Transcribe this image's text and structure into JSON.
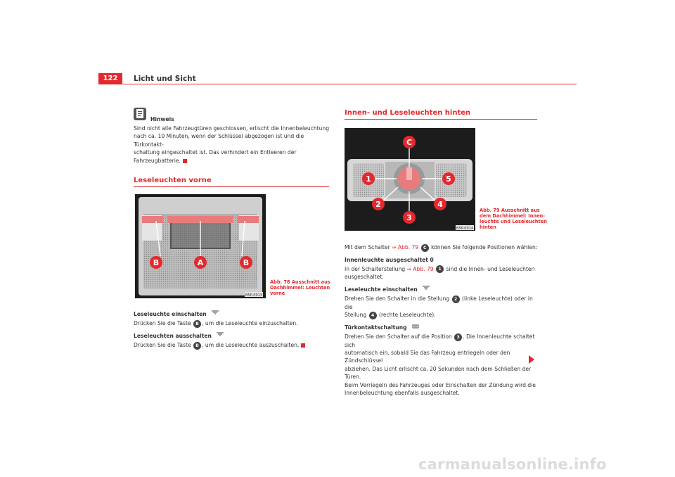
{
  "header": {
    "page_number": "122",
    "title": "Licht und Sicht"
  },
  "note": {
    "heading": "Hinweis",
    "l1": "Sind nicht alle Fahrzeugtüren geschlossen, erlischt die Innenbeleuchtung",
    "l2": "nach ca. 10 Minuten, wenn der Schlüssel abgezogen ist und die Türkontakt-",
    "l3": "schaltung eingeschaltet ist. Das verhindert ein Entleeren der",
    "l4": "Fahrzeugbatterie."
  },
  "front": {
    "heading": "Leseleuchten vorne",
    "fig_code": "B5P-0013",
    "fig_labels": {
      "a": "A",
      "b_left": "B",
      "b_right": "B"
    },
    "caption": {
      "l1": "Abb. 78   Ausschnitt aus",
      "l2": "Dachhimmel: Leuchten",
      "l3": "vorne"
    },
    "on_title": "Leseleuchte einschalten",
    "on_pre": "Drücken Sie die Taste",
    "on_badge": "B",
    "on_post": ", um die Leseleuchte einzuschalten.",
    "off_title": "Leseleuchten ausschalten",
    "off_pre": "Drücken Sie die Taste",
    "off_badge": "B",
    "off_post": ", um die Leseleuchte auszuschalten."
  },
  "rear": {
    "heading": "Innen- und Leseleuchten hinten",
    "fig_code": "B5P-0014",
    "fig_labels": {
      "c": "C",
      "n1": "1",
      "n2": "2",
      "n3": "3",
      "n4": "4",
      "n5": "5"
    },
    "caption": {
      "l1": "Abb. 79   Ausschnitt aus",
      "l2": "dem Dachhimmel: Innen-",
      "l3": "leuchte und Leseleuchten",
      "l4": "hinten"
    },
    "intro_pre": "Mit dem Schalter",
    "intro_ref": "⇒ Abb. 79",
    "intro_badge": "C",
    "intro_post": "können Sie folgende Positionen wählen:",
    "s1_title": "Innenleuchte ausgeschaltet 0",
    "s1_pre": "In der Schalterstellung",
    "s1_ref": "⇒ Abb. 79",
    "s1_badge": "1",
    "s1_post": "sind die Innen- und Leseleuchten",
    "s1_l2": "ausgeschaltet.",
    "s2_title": "Leseleuchte einschalten",
    "s2_pre": "Drehen Sie den Schalter in die Stellung",
    "s2_badge1": "2",
    "s2_mid": "(linke Leseleuchte) oder in die",
    "s2_l2_pre": "Stellung",
    "s2_badge2": "4",
    "s2_l2_post": "(rechte Leseleuchte).",
    "s3_title": "Türkontaktschaltung",
    "s3_pre": "Drehen Sie den Schalter auf die Position",
    "s3_badge": "3",
    "s3_post": ". Die Innenleuchte schaltet sich",
    "s3_l2": "automatisch ein, sobald Sie das Fahrzeug entriegeln oder den Zündschlüssel",
    "s3_l3": "abziehen. Das Licht erlischt ca. 20 Sekunden nach dem Schließen der Türen.",
    "s3_l4": "Beim Verriegeln des Fahrzeuges oder Einschalten der Zündung wird die",
    "s3_l5": "Innenbeleuchtung ebenfalls ausgeschaltet."
  },
  "footer": {
    "watermark": "carmanualsonline.info"
  }
}
